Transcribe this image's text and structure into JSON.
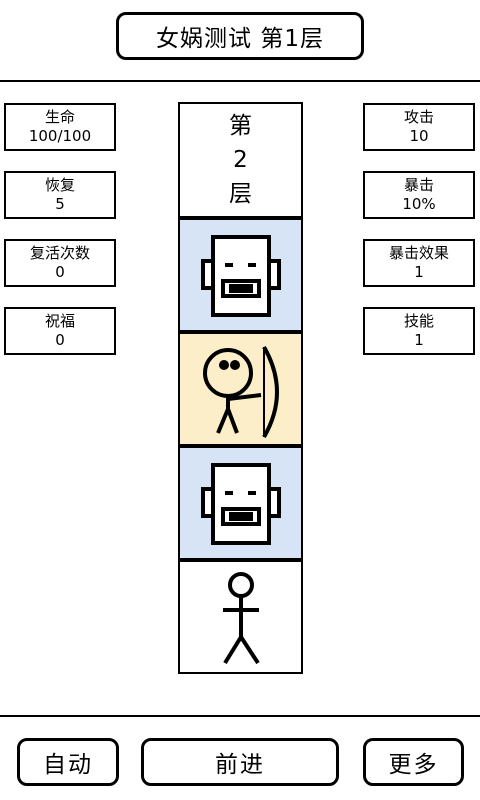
{
  "header": {
    "title": "女娲测试 第1层"
  },
  "stats_left": [
    {
      "label": "生命",
      "value": "100/100"
    },
    {
      "label": "恢复",
      "value": "5"
    },
    {
      "label": "复活次数",
      "value": "0"
    },
    {
      "label": "祝福",
      "value": "0"
    }
  ],
  "stats_right": [
    {
      "label": "攻击",
      "value": "10"
    },
    {
      "label": "暴击",
      "value": "10%"
    },
    {
      "label": "暴击效果",
      "value": "1"
    },
    {
      "label": "技能",
      "value": "1"
    }
  ],
  "tower": {
    "floor_label": {
      "line1": "第",
      "line2": "2",
      "line3": "层"
    },
    "cells": [
      {
        "type": "robot-enemy",
        "color": "#d7e4f5"
      },
      {
        "type": "archer-enemy",
        "color": "#fbeec8"
      },
      {
        "type": "robot-enemy",
        "color": "#d7e4f5"
      },
      {
        "type": "stick-figure-player",
        "color": "#ffffff"
      }
    ]
  },
  "buttons": {
    "auto": "自动",
    "advance": "前进",
    "more": "更多"
  }
}
